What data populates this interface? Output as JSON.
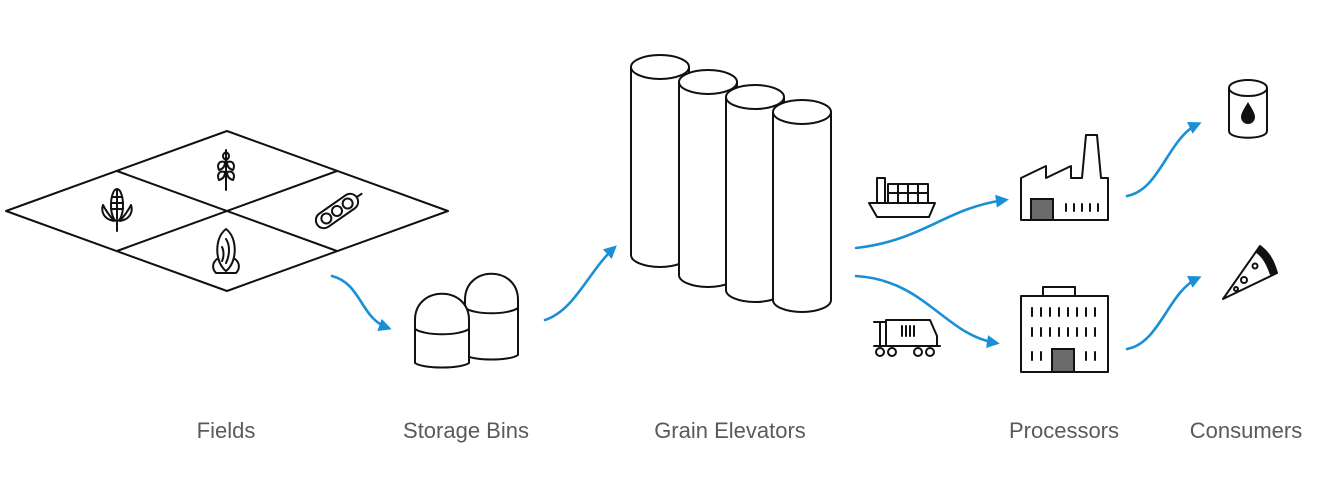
{
  "stages": [
    {
      "label": "Fields"
    },
    {
      "label": "Storage Bins"
    },
    {
      "label": "Grain Elevators"
    },
    {
      "label": "Processors"
    },
    {
      "label": "Consumers"
    }
  ],
  "icons": {
    "field_crops": [
      "wheat-icon",
      "corn-icon",
      "soybean-icon",
      "sorghum-icon"
    ],
    "transport": [
      "ship-icon",
      "train-icon"
    ],
    "processors": [
      "factory-icon",
      "office-building-icon"
    ],
    "consumers": [
      "oil-can-icon",
      "pizza-slice-icon"
    ]
  },
  "colors": {
    "arrow": "#1a8fd6",
    "line": "#111111",
    "label": "#5a5a5a",
    "fill_dark": "#6b6b6b"
  }
}
